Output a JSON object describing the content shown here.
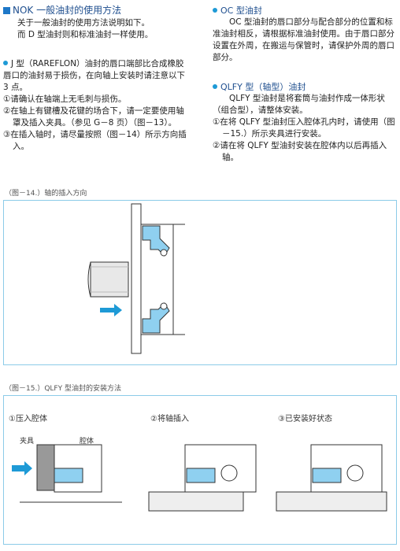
{
  "left": {
    "title": "NOK 一般油封的使用方法",
    "intro": [
      "关于一般油封的使用方法说明如下。",
      "而 D 型油封则和标准油封一样使用。"
    ],
    "j_title": "J 型（RAREFLON）油封的唇口端部比合成橡胶唇口的油封易于损伤，在向轴上安装时请注意以下 3 点。",
    "items": [
      "①请确认在轴端上无毛刺与损伤。",
      "②在轴上有键槽及花键的场合下，请一定要使用轴罩及插入夹具。（参见 G－8 页）（图－13）。",
      "③在插入轴时，请尽量按照（图－14）所示方向插入。"
    ]
  },
  "right": {
    "oc_title": "OC 型油封",
    "oc_text": "OC 型油封的唇口部分与配合部分的位置和标准油封相反，请根据标准油封使用。由于唇口部分设置在外周，在搬运与保管时，请保护外周的唇口部分。",
    "qlfy_title": "QLFY 型（轴型）油封",
    "qlfy_text": "QLFY 型油封是将套筒与油封作成一体形状（组合型），请整体安装。",
    "qlfy_items": [
      "①在将 QLFY 型油封压入腔体孔内时，请使用（图－15.）所示夹具进行安装。",
      "②请在将 QLFY 型油封安装在腔体内以后再插入轴。"
    ]
  },
  "fig14": {
    "caption": "（图－14.）轴的插入方向"
  },
  "fig15": {
    "caption": "（图－15.）QLFY 型油封的安装方法",
    "steps": [
      "①压入腔体",
      "②将轴插入",
      "③已安装好状态"
    ],
    "labels": {
      "jig": "夹具",
      "housing": "腔体"
    }
  },
  "colors": {
    "accent": "#1e78c8",
    "seal": "#8fd0f0",
    "border": "#8ccbe8",
    "arrow": "#1e9ad6"
  }
}
